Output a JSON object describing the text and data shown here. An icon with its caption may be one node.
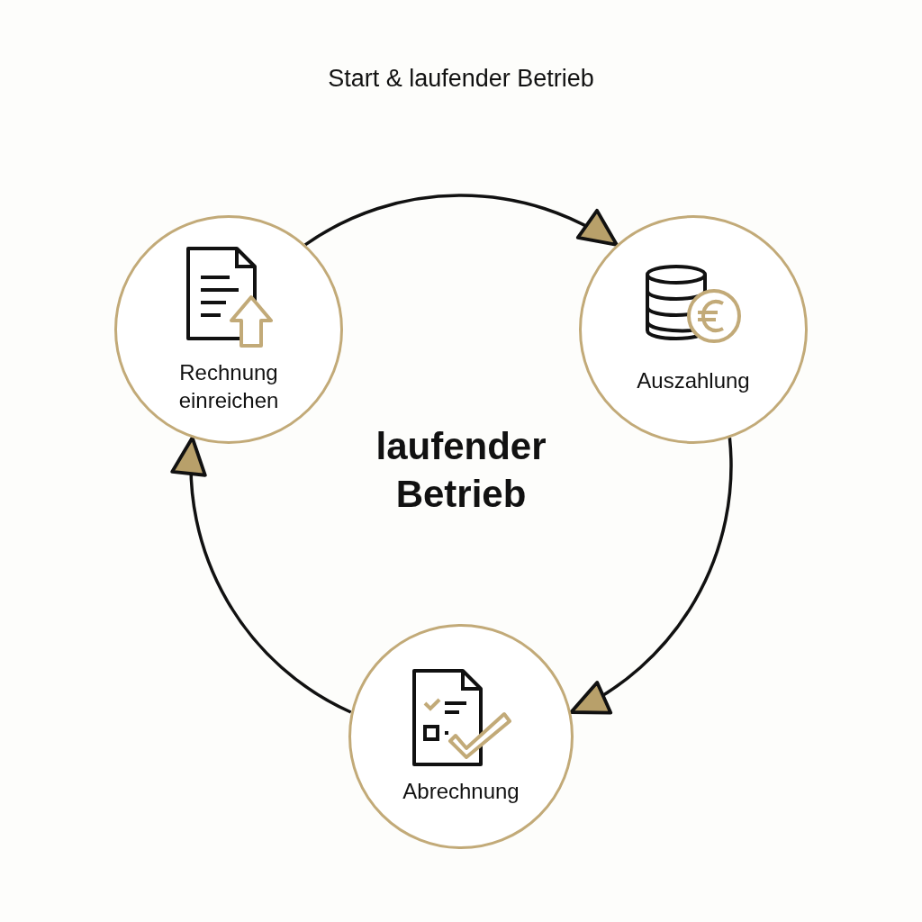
{
  "diagram": {
    "title": "Start & laufender Betrieb",
    "nodes": [
      {
        "text": [
          "Rechnung einreichen"
        ]
      },
      {
        "text": [
          "Auszahlung"
        ]
      },
      {
        "text": [
          "Abrechnung"
        ]
      }
    ],
    "edges": [
      {
        "from": 0,
        "to": 1,
        "arrow": "to"
      },
      {
        "from": 1,
        "to": 2,
        "arrow": "to"
      },
      {
        "from": 2,
        "to": 0,
        "arrow": "to"
      }
    ],
    "labels": [
      "laufender Betrieb"
    ]
  }
}
